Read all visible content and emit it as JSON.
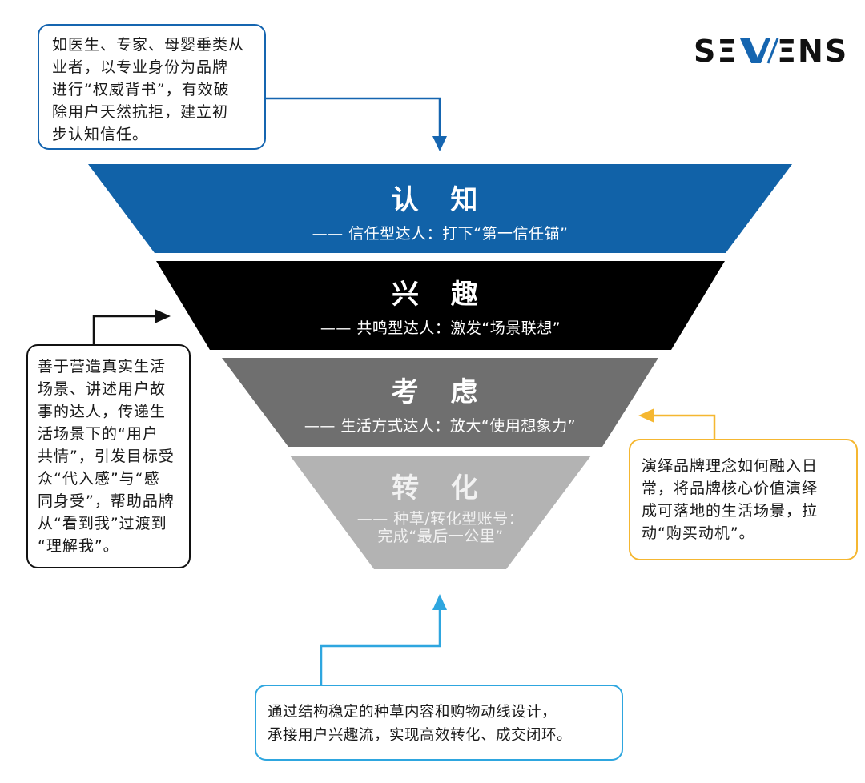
{
  "logo": {
    "text": "SEVENS",
    "colors": {
      "main": "#111111",
      "accent": "#1565b0"
    }
  },
  "funnel": {
    "stages": [
      {
        "title": "认 知",
        "subtitle": [
          "—— 信任型达人：打下“第一信任锚”"
        ],
        "color": "#1162a8",
        "text_color": "#ffffff"
      },
      {
        "title": "兴 趣",
        "subtitle": [
          "—— 共鸣型达人：激发“场景联想”"
        ],
        "color": "#000000",
        "text_color": "#ffffff"
      },
      {
        "title": "考 虑",
        "subtitle": [
          "—— 生活方式达人：放大“使用想象力”"
        ],
        "color": "#6f6f6f",
        "text_color": "#ffffff"
      },
      {
        "title": "转 化",
        "subtitle": [
          "—— 种草/转化型账号：",
          "完成“最后一公里”"
        ],
        "color": "#b3b3b3",
        "text_color": "#f2f2f2"
      }
    ]
  },
  "callouts": {
    "authority": {
      "lines": [
        "如医生、专家、母婴垂类从",
        "业者，以专业身份为品牌",
        "进行“权威背书”，有效破",
        "除用户天然抗拒，建立初",
        "步认知信任。"
      ],
      "color": "#1565b0"
    },
    "resonance": {
      "lines": [
        "善于营造真实生活",
        "场景、讲述用户故",
        "事的达人，传递生",
        "活场景下的“用户",
        "共情”，引发目标受",
        "众“代入感”与“感",
        "同身受”，帮助品牌",
        "从“看到我”过渡到",
        "“理解我”。"
      ],
      "color": "#111111"
    },
    "lifestyle": {
      "lines": [
        "演绎品牌理念如何融入日",
        "常，将品牌核心价值演绎",
        "成可落地的生活场景，拉",
        "动“购买动机”。"
      ],
      "color": "#f5b731"
    },
    "conversion": {
      "lines": [
        "通过结构稳定的种草内容和购物动线设计，",
        "承接用户兴趣流，实现高效转化、成交闭环。"
      ],
      "color": "#2ea6df"
    }
  }
}
